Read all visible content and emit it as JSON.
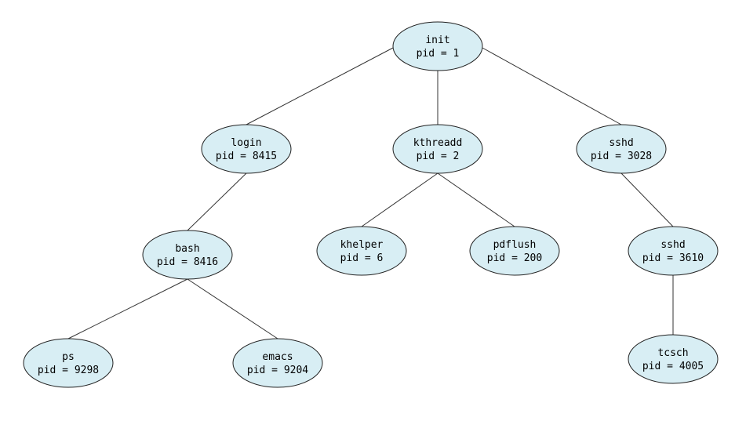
{
  "colors": {
    "node_fill": "#d8eef4",
    "node_stroke": "#222222",
    "edge": "#333333"
  },
  "nodes": [
    {
      "id": "init",
      "name": "init",
      "pid": "pid = 1"
    },
    {
      "id": "login",
      "name": "login",
      "pid": "pid = 8415"
    },
    {
      "id": "kthreadd",
      "name": "kthreadd",
      "pid": "pid = 2"
    },
    {
      "id": "sshd1",
      "name": "sshd",
      "pid": "pid = 3028"
    },
    {
      "id": "bash",
      "name": "bash",
      "pid": "pid = 8416"
    },
    {
      "id": "khelper",
      "name": "khelper",
      "pid": "pid = 6"
    },
    {
      "id": "pdflush",
      "name": "pdflush",
      "pid": "pid = 200"
    },
    {
      "id": "sshd2",
      "name": "sshd",
      "pid": "pid = 3610"
    },
    {
      "id": "ps",
      "name": "ps",
      "pid": "pid = 9298"
    },
    {
      "id": "emacs",
      "name": "emacs",
      "pid": "pid = 9204"
    },
    {
      "id": "tcsch",
      "name": "tcsch",
      "pid": "pid = 4005"
    }
  ],
  "edges": [
    [
      "init",
      "login"
    ],
    [
      "init",
      "kthreadd"
    ],
    [
      "init",
      "sshd1"
    ],
    [
      "login",
      "bash"
    ],
    [
      "kthreadd",
      "khelper"
    ],
    [
      "kthreadd",
      "pdflush"
    ],
    [
      "sshd1",
      "sshd2"
    ],
    [
      "bash",
      "ps"
    ],
    [
      "bash",
      "emacs"
    ],
    [
      "sshd2",
      "tcsch"
    ]
  ]
}
